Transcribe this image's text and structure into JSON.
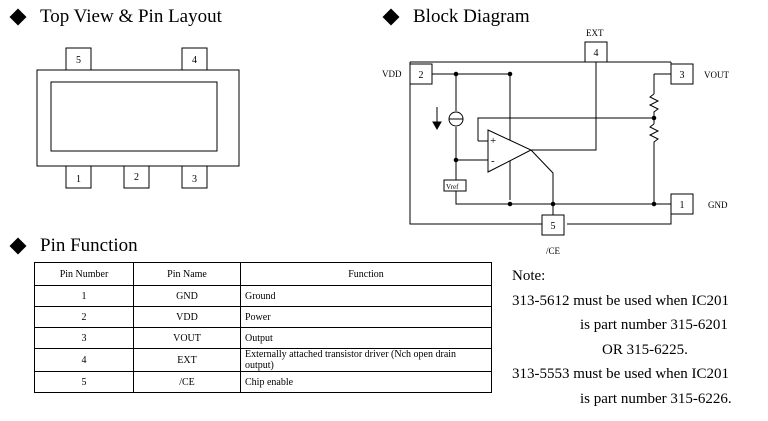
{
  "sections": {
    "top_view_title": "Top View & Pin Layout",
    "block_diagram_title": "Block Diagram",
    "pin_function_title": "Pin Function"
  },
  "top_view": {
    "pins_top": [
      "5",
      "4"
    ],
    "pins_bottom": [
      "1",
      "2",
      "3"
    ]
  },
  "block_diagram": {
    "labels": {
      "vdd": "VDD",
      "vout": "VOUT",
      "gnd": "GND",
      "ext": "EXT",
      "ce": "/CE",
      "vref": "Vref",
      "plus": "+",
      "minus": "-"
    },
    "pins": {
      "vdd": "2",
      "ext": "4",
      "vout": "3",
      "gnd": "1",
      "ce": "5"
    }
  },
  "pin_table": {
    "headers": [
      "Pin Number",
      "Pin Name",
      "Function"
    ],
    "rows": [
      {
        "number": "1",
        "name": "GND",
        "function": "Ground"
      },
      {
        "number": "2",
        "name": "VDD",
        "function": "Power"
      },
      {
        "number": "3",
        "name": "VOUT",
        "function": "Output"
      },
      {
        "number": "4",
        "name": "EXT",
        "function": "Externally attached transistor driver (Nch open drain output)"
      },
      {
        "number": "5",
        "name": "/CE",
        "function": "Chip enable"
      }
    ]
  },
  "note": {
    "title": "Note:",
    "line1": "313-5612 must be used when IC201",
    "line2": "is part number 315-6201",
    "line3": "OR 315-6225.",
    "line4": "313-5553 must be used when IC201",
    "line5": "is part number 315-6226."
  }
}
